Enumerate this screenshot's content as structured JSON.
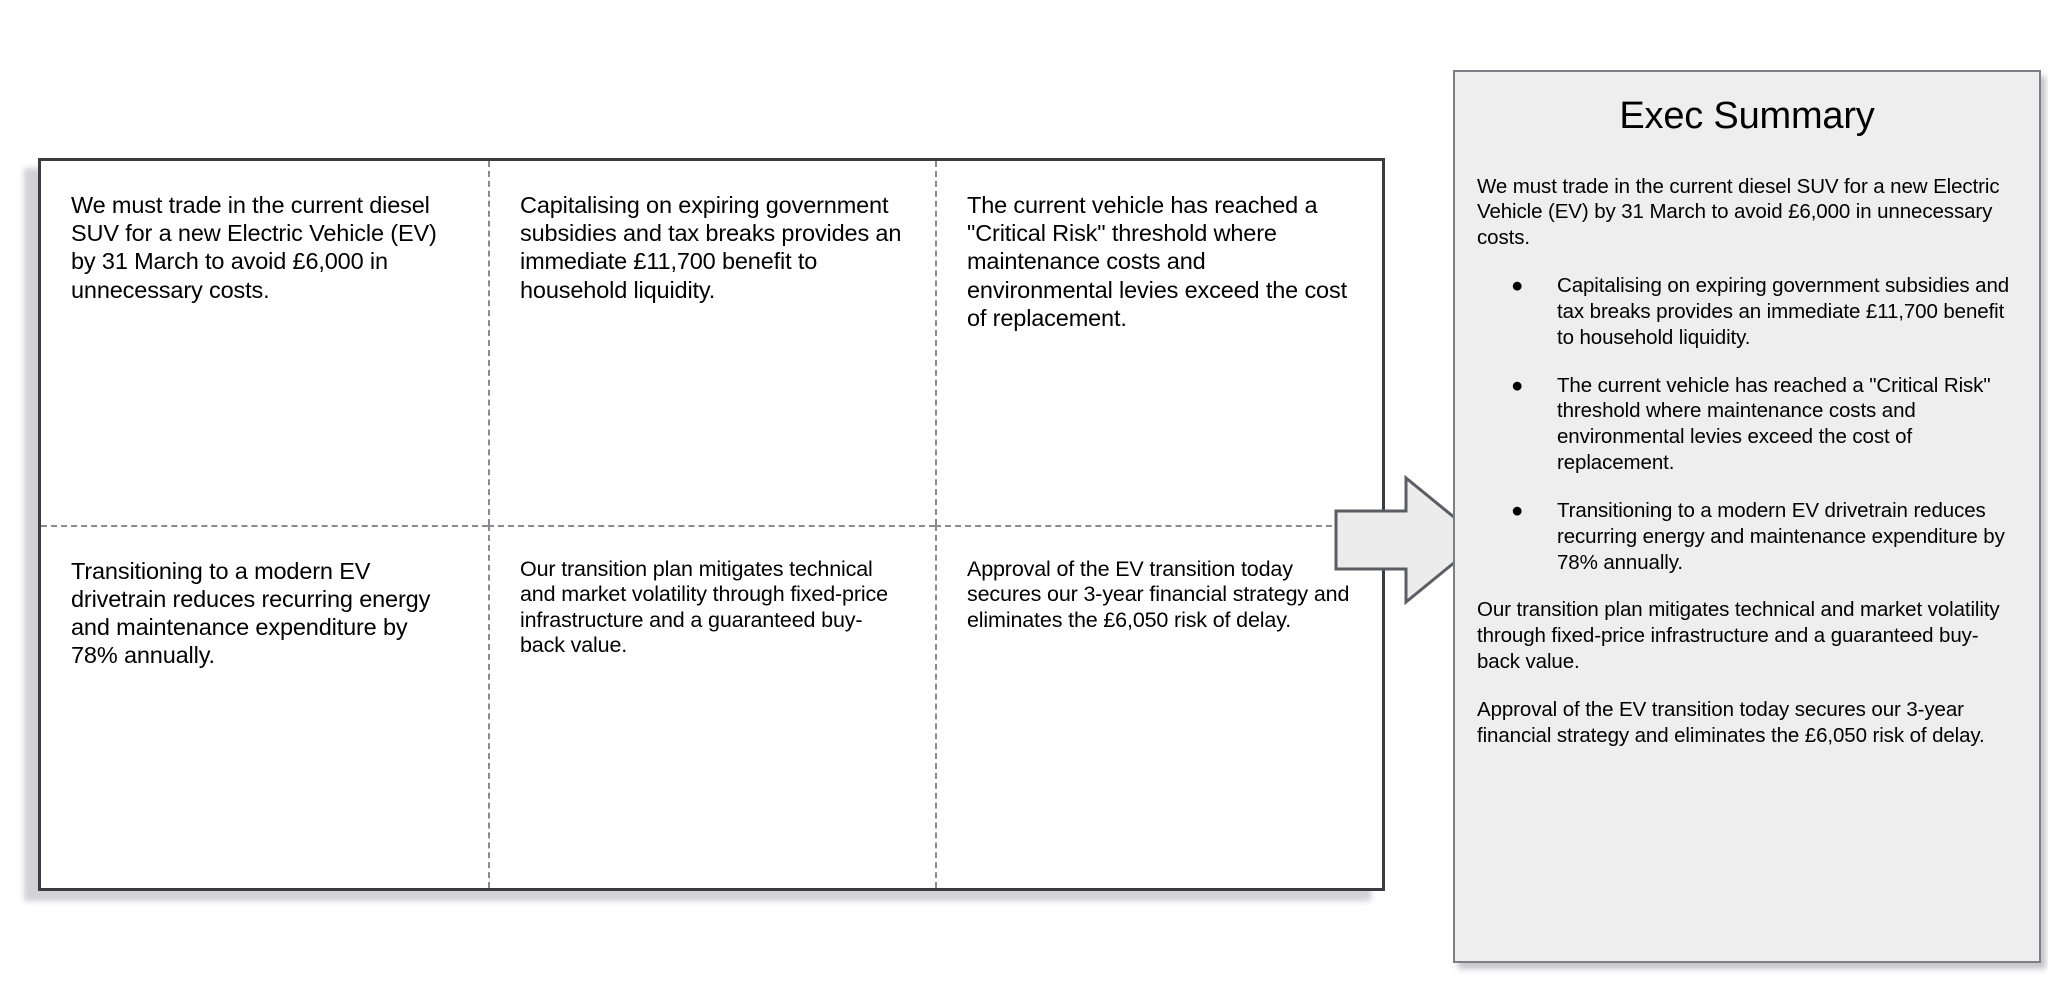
{
  "matrix": {
    "cells": [
      {
        "id": "cell-top-left",
        "text": "We must trade in the current diesel SUV for a new Electric Vehicle (EV) by 31 March to avoid £6,000 in unnecessary costs."
      },
      {
        "id": "cell-top-middle",
        "text": "Capitalising on expiring government subsidies and tax breaks provides an immediate £11,700 benefit to household liquidity."
      },
      {
        "id": "cell-top-right",
        "text": "The current vehicle has reached a \"Critical Risk\" threshold where maintenance costs and environmental levies exceed the cost of replacement."
      },
      {
        "id": "cell-bottom-left",
        "text": "Transitioning to a modern EV drivetrain reduces recurring energy and maintenance expenditure by 78% annually."
      },
      {
        "id": "cell-bottom-middle",
        "text": "Our transition plan mitigates technical and market volatility through fixed-price infrastructure and a guaranteed buy-back value."
      },
      {
        "id": "cell-bottom-right",
        "text": "Approval of the EV transition today secures our 3-year financial strategy and eliminates the £6,050 risk of delay."
      }
    ]
  },
  "arrow": {
    "icon": "right-block-arrow-icon",
    "fill": "#ececec",
    "stroke": "#5c5c63"
  },
  "summary": {
    "title": "Exec Summary",
    "intro": "We must trade in the current diesel SUV for a new Electric Vehicle (EV) by 31 March to avoid £6,000 in unnecessary costs.",
    "bullet_marker": "●",
    "bullets": [
      "Capitalising on expiring government subsidies and tax breaks provides an immediate £11,700 benefit to household liquidity.",
      "The current vehicle has reached a \"Critical Risk\" threshold where maintenance costs and environmental levies exceed the cost of replacement.",
      "Transitioning to a modern EV drivetrain reduces recurring energy and maintenance expenditure by 78% annually."
    ],
    "closing_paragraphs": [
      "Our transition plan mitigates technical and market volatility through fixed-price infrastructure and a guaranteed buy-back value.",
      "Approval of the EV transition today secures our 3-year financial strategy and eliminates the £6,050 risk of delay."
    ],
    "colors": {
      "panel_background": "#eeeeee",
      "panel_border": "#7e7e86"
    }
  }
}
